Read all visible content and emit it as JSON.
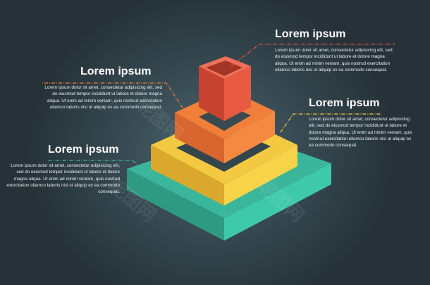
{
  "colors": {
    "background": "#2c3b42",
    "top_level": "#e0533d",
    "second_level": "#f07f3a",
    "third_level": "#f2c940",
    "base_level": "#3bb69a",
    "line_top": "#e0533d",
    "line_second": "#f07f3a",
    "line_third": "#f2c940",
    "line_base": "#3bb69a"
  },
  "callouts": {
    "top": {
      "title": "Lorem ipsum",
      "body": "Lorem ipsum dolor sit amet, consectetur adipisicing elit, sed do eiusmod tempor incididunt ut labore et dolore magna aliqua. Ut enim ad minim veniam, quis nostrud exercitation ullamco laboris nisi ut aliquip ex ea commodo consequat."
    },
    "second": {
      "title": "Lorem ipsum",
      "body": "Lorem ipsum dolor sit amet, consectetur adipisicing elit, sed do eiusmod tempor incididunt ut labore et dolore magna aliqua. Ut enim ad minim veniam, quis nostrud exercitation ullamco laboris nisi ut aliquip ex ea commodo consequat."
    },
    "third": {
      "title": "Lorem ipsum",
      "body": "Lorem ipsum dolor sit amet, consectetur adipisicing elit, sed do eiusmod tempor incididunt ut labore et dolore magna aliqua. Ut enim ad minim veniam, quis nostrud exercitation ullamco laboris nisi ut aliquip ex ea commodo consequat."
    },
    "base": {
      "title": "Lorem ipsum",
      "body": "Lorem ipsum dolor sit amet, consectetur adipisicing elit, sed do eiusmod tempor incididunt ut labore et dolore magna aliqua. Ut enim ad minim veniam, quis nostrud exercitation ullamco laboris nisi ut aliquip ex ea commodo consequat."
    }
  },
  "watermark": "昵图网"
}
